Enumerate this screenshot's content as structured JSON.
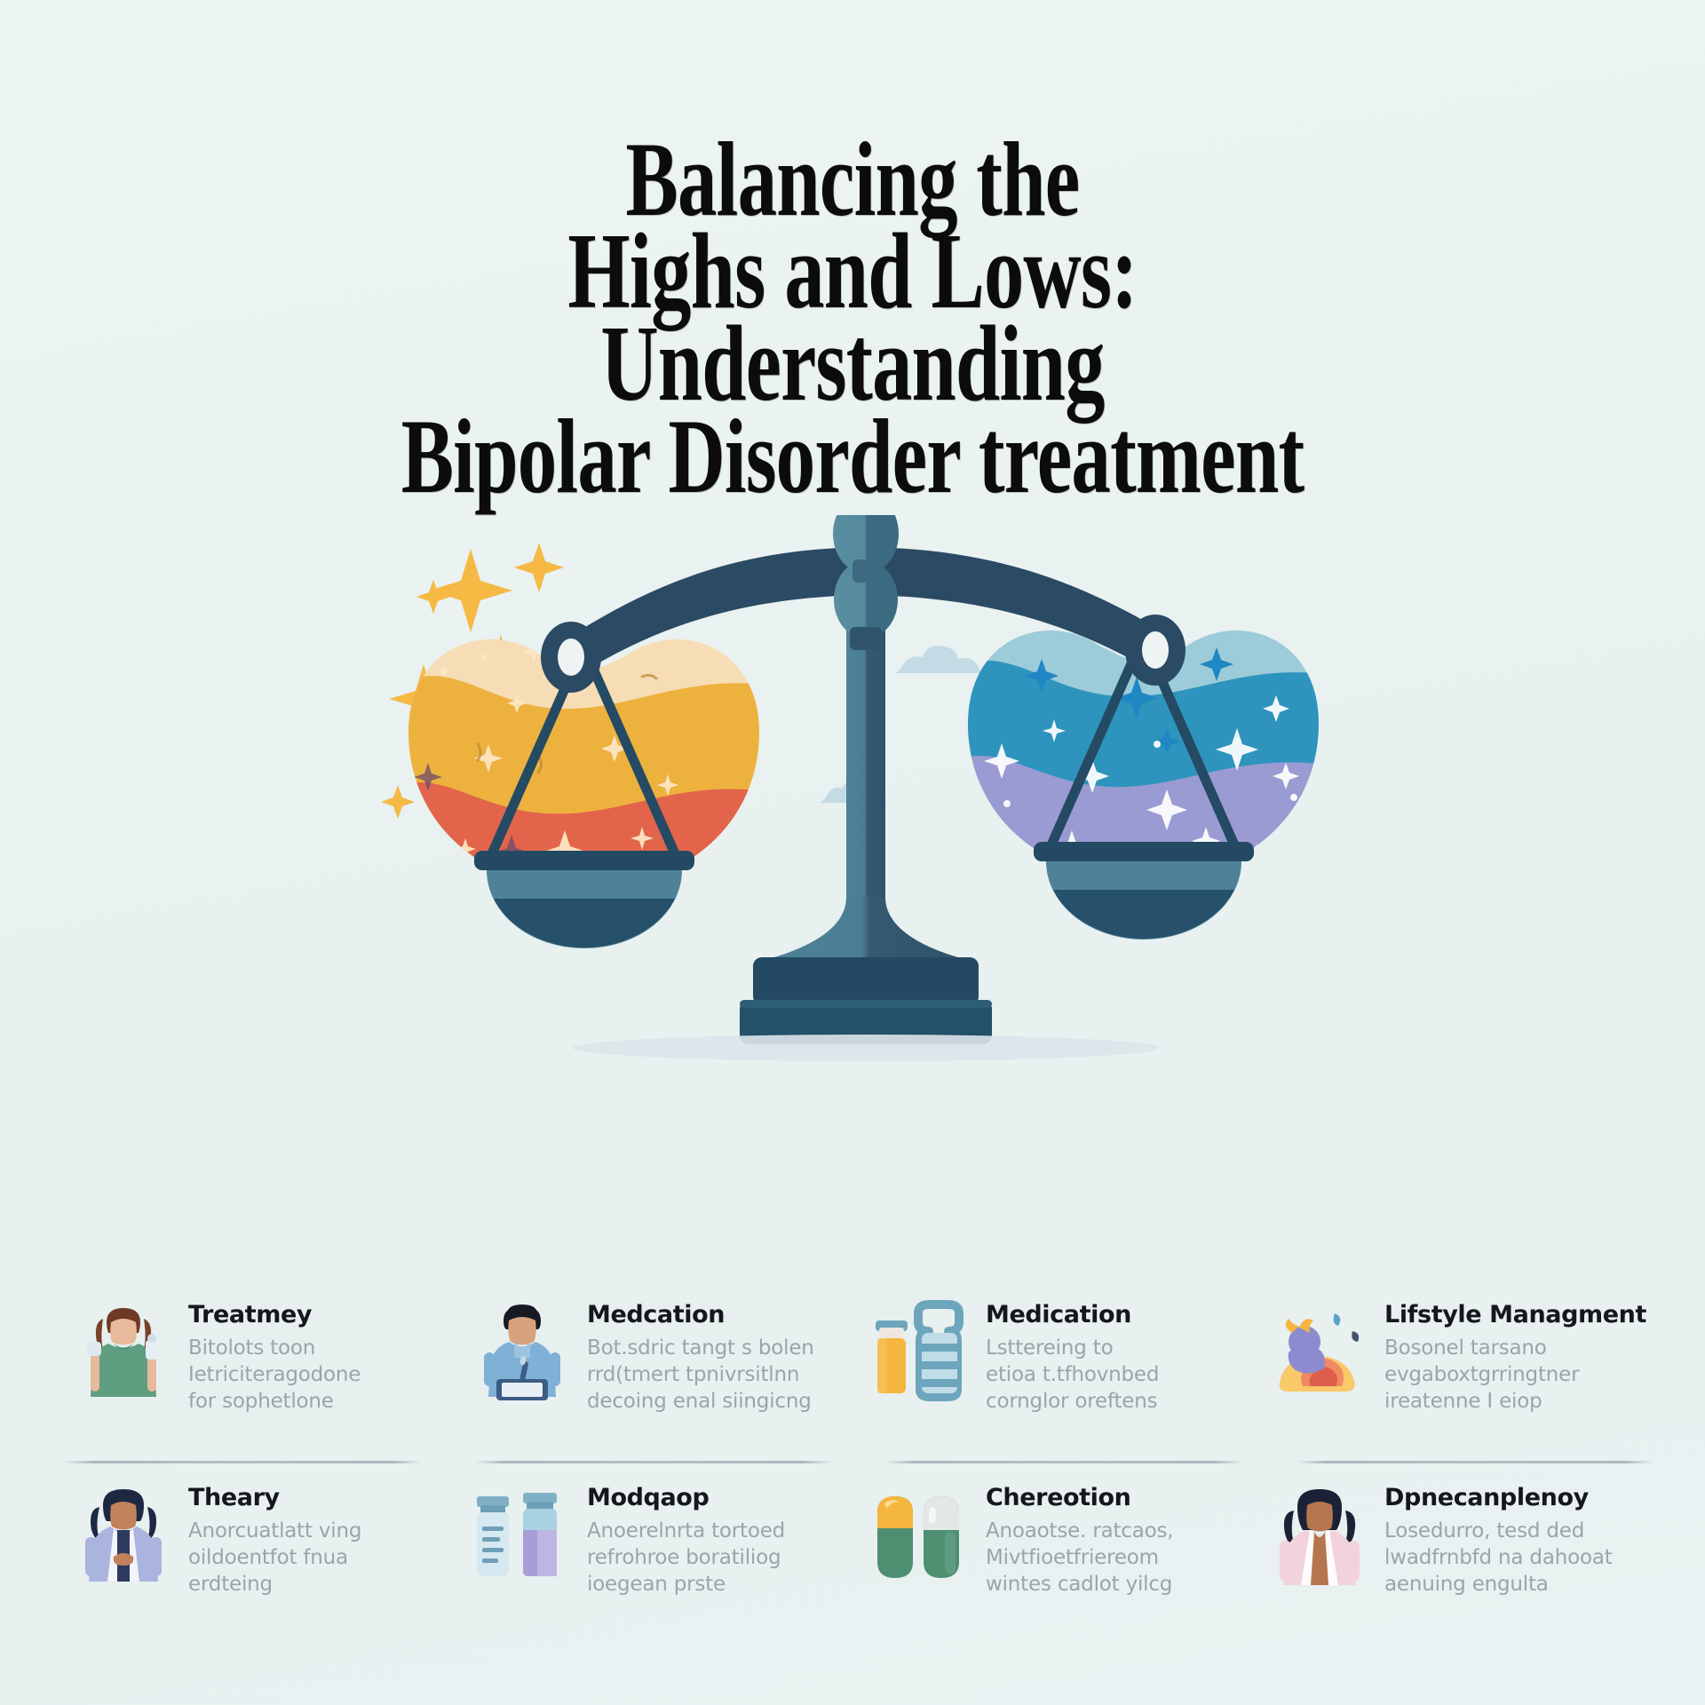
{
  "page": {
    "background_color": "#eaf2f2",
    "title_color": "#0c0c0c"
  },
  "title": {
    "line1": "Balancing the",
    "line2": "Highs and Lows:",
    "line3": "Understanding",
    "line4": "Bipolar Disorder treatment"
  },
  "illustration": {
    "name": "balance-scale",
    "colors": {
      "beam_dark": "#2b4a63",
      "post_mid": "#4b7e93",
      "post_dark": "#35596f",
      "base_dark": "#234a62",
      "left_pan_top": "#f3cd9a",
      "left_pan_mid": "#edb23e",
      "left_pan_bottom": "#e2654b",
      "right_pan_top": "#9ccbd9",
      "right_pan_mid": "#2e94bd",
      "right_pan_bottom": "#9a9bd2",
      "sparkle_yellow": "#f5b944",
      "cloud_blue": "#bdd7e3",
      "shadow": "#dde5ea"
    }
  },
  "cards": [
    {
      "id": "treatmey",
      "icon": "woman-standing-icon",
      "title": "Treatmey",
      "body": [
        "Bitolots toon",
        "Ietriciteragodone",
        "for sophetlone"
      ]
    },
    {
      "id": "medcation",
      "icon": "man-clipboard-icon",
      "title": "Medcation",
      "body": [
        "Bot.sdric tangt s bolen",
        "rrd(tmert  tpnivrsitlnn",
        "decoing enal siingicng"
      ]
    },
    {
      "id": "medication",
      "icon": "bottles-icon",
      "title": "Medication",
      "body": [
        "Lsttereing to",
        "etioa t.tfhovnbed",
        "cornglor oreftens"
      ]
    },
    {
      "id": "lifestyle-managment",
      "icon": "person-resting-icon",
      "title": "Lifstyle Managment",
      "body": [
        "Bosonel tarsano",
        "evgaboxtgrringtner",
        "ireatenne I eiop"
      ]
    },
    {
      "id": "theary",
      "icon": "woman-cardigan-icon",
      "title": "Theary",
      "body": [
        "Anorcuatlatt ving",
        "oildoentfot fnua",
        "erdteing"
      ]
    },
    {
      "id": "modqaop",
      "icon": "vials-icon",
      "title": "Modqaop",
      "body": [
        "Anoerelnrta tortoed",
        "refrohroe boratiliog",
        "ioegean prste"
      ]
    },
    {
      "id": "chereotion",
      "icon": "capsules-icon",
      "title": "Chereotion",
      "body": [
        "Anoaotse. ratcaos,",
        "Mivtfioetfriereom",
        "wintes cadlot yilcg"
      ]
    },
    {
      "id": "dpnecanplenoy",
      "icon": "woman-pink-blouse-icon",
      "title": "Dpnecanplenoy",
      "body": [
        "Losedurro, tesd ded",
        "lwadfrnbfd  na dahooat",
        "aenuing engulta"
      ]
    }
  ]
}
